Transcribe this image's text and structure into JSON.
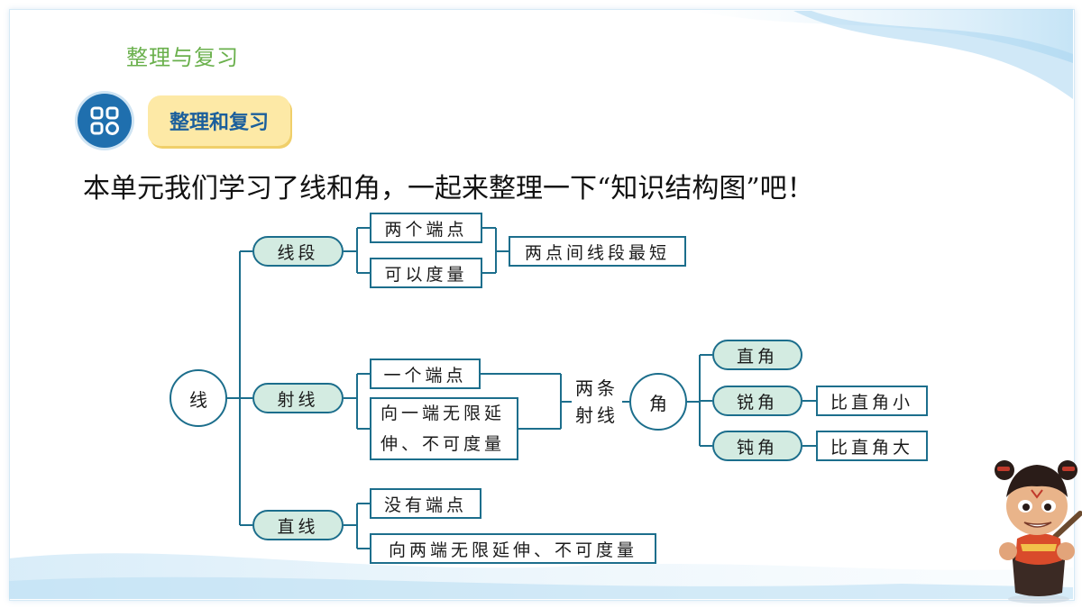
{
  "header": {
    "subject": "整理与复习",
    "section_title": "整理和复习"
  },
  "intro_text": "本单元我们学习了线和角，一起来整理一下“知识结构图”吧！",
  "icons": {
    "section_badge": "four-squares-grid-icon",
    "mascot": "cartoon-character"
  },
  "colors": {
    "subject_green": "#6ab04c",
    "badge_blue": "#1f6fae",
    "pill_yellow": "#fde9a6",
    "node_fill": "#d3ebe1",
    "node_border": "#1c6e8c"
  },
  "diagram": {
    "root": "线",
    "segment": {
      "label": "线段",
      "props": [
        "两个端点",
        "可以度量"
      ],
      "conclusion": "两点间线段最短"
    },
    "ray": {
      "label": "射线",
      "props": [
        "一个端点",
        "向一端无限延伸、不可度量"
      ]
    },
    "line": {
      "label": "直线",
      "props": [
        "没有端点",
        "向两端无限延伸、不可度量"
      ]
    },
    "connector": "两条射线",
    "angle": {
      "label": "角",
      "types": [
        {
          "label": "直角",
          "note": ""
        },
        {
          "label": "锐角",
          "note": "比直角小"
        },
        {
          "label": "钝角",
          "note": "比直角大"
        }
      ]
    }
  }
}
